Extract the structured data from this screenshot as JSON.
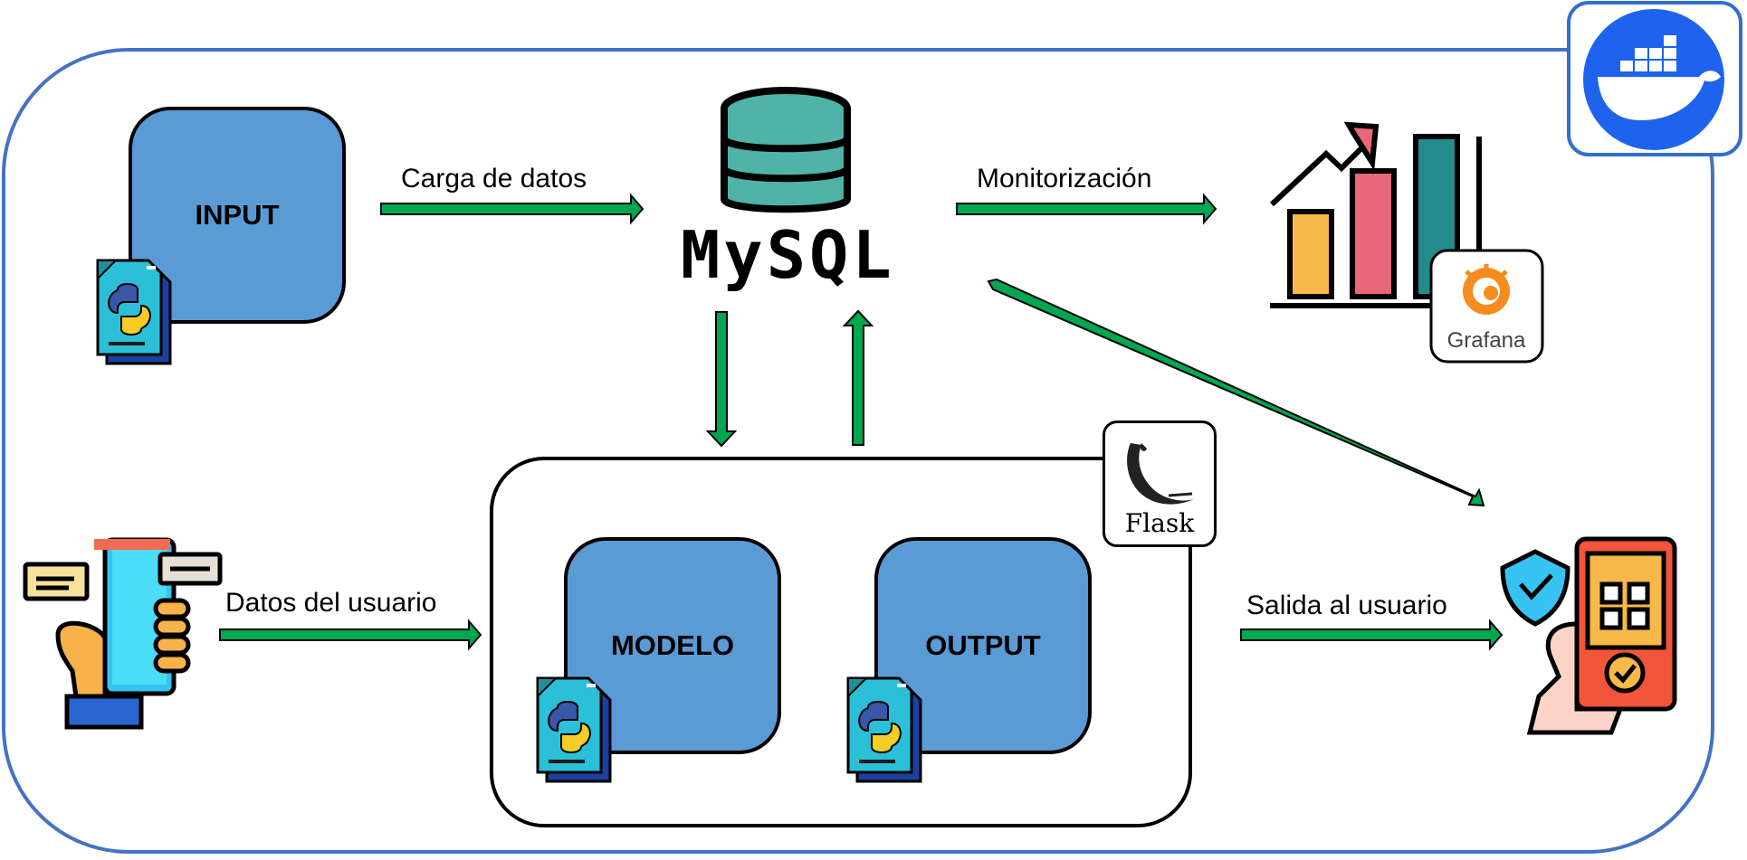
{
  "nodes": {
    "input": {
      "label": "INPUT"
    },
    "modelo": {
      "label": "MODELO"
    },
    "output": {
      "label": "OUTPUT"
    },
    "mysql": {
      "label": "MySQL"
    },
    "flask": {
      "label": "Flask"
    },
    "grafana": {
      "label": "Grafana"
    }
  },
  "edges": {
    "carga": {
      "label": "Carga de datos"
    },
    "monitorizacion": {
      "label": "Monitorización"
    },
    "datos_usuario": {
      "label": "Datos del usuario"
    },
    "salida_usuario": {
      "label": "Salida al usuario"
    }
  },
  "colors": {
    "box_fill": "#5b9bd5",
    "arrow_fill": "#00a650",
    "frame": "#4472c4",
    "docker_blue": "#1d63ed"
  },
  "icons": [
    "python-file-icon",
    "database-icon",
    "chart-icon",
    "grafana-icon",
    "docker-icon",
    "flask-icon",
    "phone-input-icon",
    "phone-security-icon"
  ]
}
